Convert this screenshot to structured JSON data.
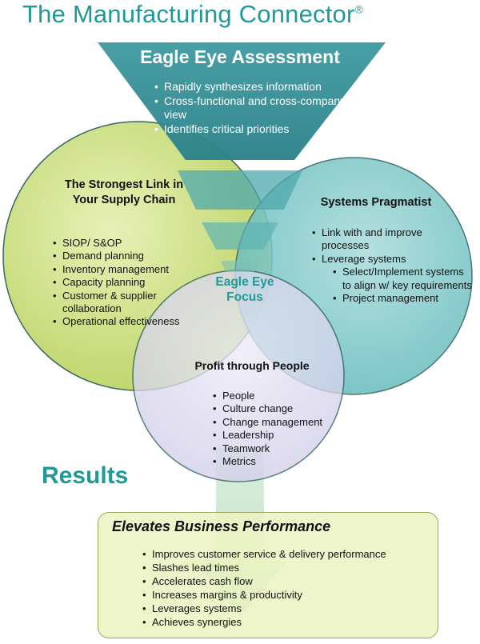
{
  "title": {
    "text": "The Manufacturing Connector",
    "mark": "®"
  },
  "eagle_eye": {
    "title": "Eagle Eye Assessment",
    "bullets": [
      "Rapidly synthesizes information",
      "Cross-functional and cross-company view",
      "Identifies critical priorities"
    ]
  },
  "supply_chain": {
    "heading": "The Strongest Link in Your Supply Chain",
    "bullets": [
      "SIOP/ S&OP",
      "Demand planning",
      "Inventory management",
      "Capacity planning",
      "Customer & supplier collaboration",
      "Operational effectiveness"
    ]
  },
  "systems": {
    "heading": "Systems Pragmatist",
    "bullets": [
      "Link with and  improve processes",
      "Leverage systems"
    ],
    "sub_bullets": [
      "Select/Implement systems to align w/ key requirements",
      "Project management"
    ]
  },
  "focus": {
    "label": "Eagle Eye Focus"
  },
  "people": {
    "heading": "Profit through People",
    "bullets": [
      "People",
      "Culture change",
      "Change management",
      "Leadership",
      "Teamwork",
      "Metrics"
    ]
  },
  "results": {
    "label": "Results",
    "box_title": "Elevates Business Performance",
    "bullets": [
      "Improves customer service & delivery performance",
      "Slashes lead times",
      "Accelerates cash flow",
      "Increases margins & productivity",
      "Leverages systems",
      "Achieves synergies"
    ]
  },
  "colors": {
    "teal": "#1f9a98",
    "funnel": "#2f8e94",
    "green_circle": "#c3da6a",
    "teal_circle": "#6fc2c4",
    "purple_circle": "#d9d6ee",
    "box_fill": "#ecf4c3"
  }
}
